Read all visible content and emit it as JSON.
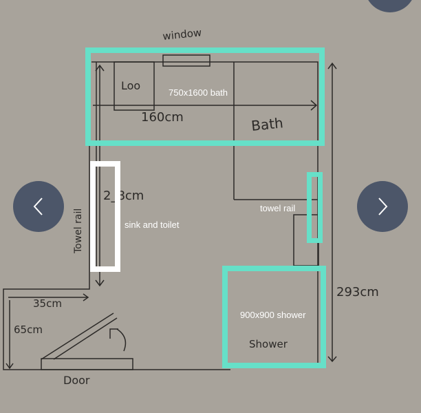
{
  "sketch": {
    "window": "window",
    "loo": "Loo",
    "width_dim": "160cm",
    "bath": "Bath",
    "left_dim": "2_8cm",
    "towel_rail": "Towel rail",
    "height_dim": "293cm",
    "alcove_width": "35cm",
    "alcove_depth": "65cm",
    "door": "Door",
    "shower": "Shower"
  },
  "annotations": [
    {
      "label": "750x1600 bath",
      "color": "#66e0c8"
    },
    {
      "label": "sink and toilet",
      "color": "#ffffff"
    },
    {
      "label": "towel rail",
      "color": "#66e0c8"
    },
    {
      "label": "900x900 shower",
      "color": "#66e0c8"
    }
  ],
  "nav": {
    "prev": "chevron-left-icon",
    "next": "chevron-right-icon"
  }
}
